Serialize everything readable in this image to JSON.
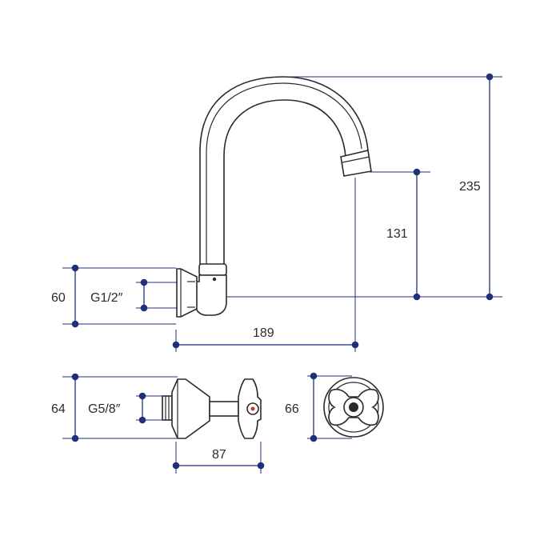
{
  "labels": {
    "height_total": "235",
    "height_outlet": "131",
    "height_flange": "60",
    "thread_top": "G1/2″",
    "reach": "189",
    "height_valve": "64",
    "thread_bottom": "G5/8″",
    "valve_depth": "87",
    "handle_diameter": "66"
  },
  "colors": {
    "dimension": "#1f2f7a",
    "outline": "#2a2a2a"
  }
}
